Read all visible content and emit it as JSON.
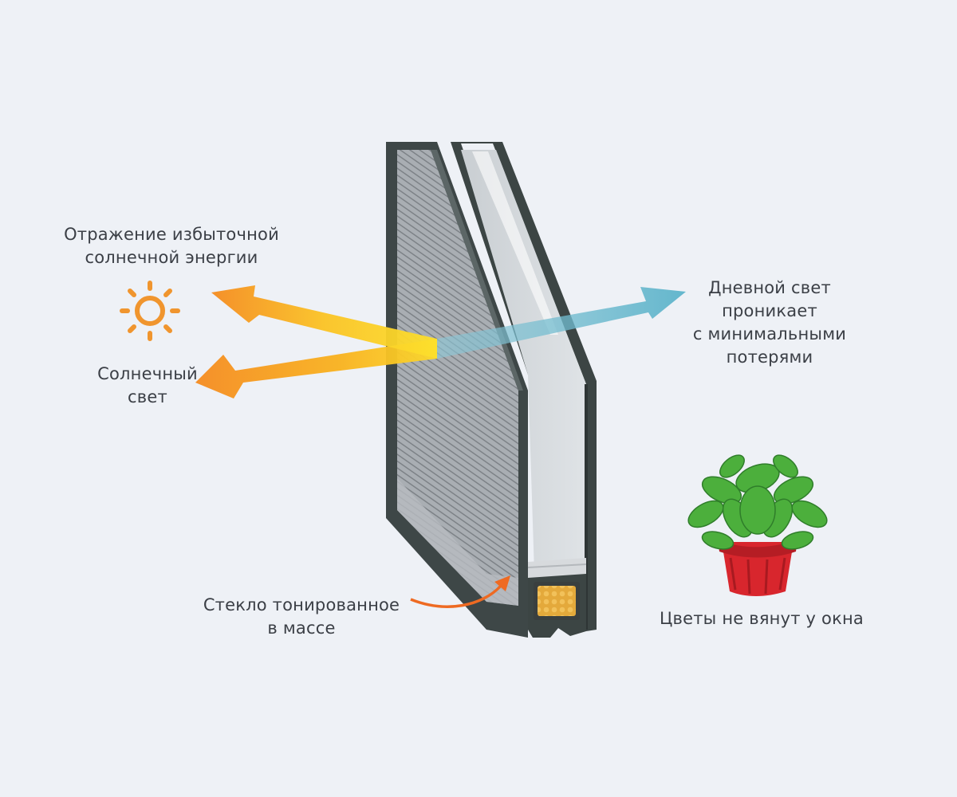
{
  "labels": {
    "reflection": "Отражение избыточной\nсолнечной энергии",
    "sunlight": "Солнечный\nсвет",
    "daylight": "Дневной свет\nпроникает\nс минимальными\nпотерями",
    "tinted_glass": "Стекло тонированное\nв массе",
    "flowers": "Цветы не вянут у окна"
  },
  "icons": {
    "sun": "sun-icon",
    "plant": "potted-plant-icon",
    "pointer": "curved-arrow-icon"
  },
  "colors": {
    "background": "#eef1f6",
    "text": "#3b3f46",
    "sun_orange": "#f0952e",
    "sunlight_arrow": "#f7a11b",
    "daylight_arrow": "#5fb6cc",
    "frame": "#3c4544",
    "pot_red": "#d8262d",
    "leaf_green": "#4caf3c"
  }
}
